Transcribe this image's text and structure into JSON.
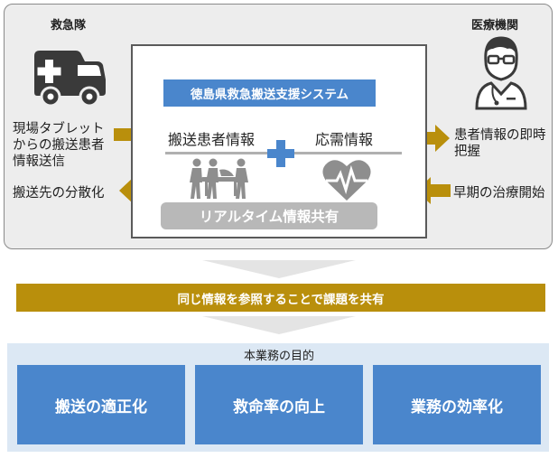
{
  "ems": {
    "title": "救急隊"
  },
  "hospital": {
    "title": "医療機関"
  },
  "left_texts": {
    "upper": [
      "現場タブレット",
      "からの搬送患者",
      "情報送信"
    ],
    "lower": "搬送先の分散化"
  },
  "right_texts": {
    "upper": [
      "患者情報の即時",
      "把握"
    ],
    "lower": "早期の治療開始"
  },
  "system": {
    "title": "徳島県救急搬送支援システム",
    "left_head": "搬送患者情報",
    "right_head": "応需情報",
    "realtime": "リアルタイム情報共有"
  },
  "share_band": "同じ情報を参照することで課題を共有",
  "purpose": {
    "title": "本業務の目的",
    "items": [
      "搬送の適正化",
      "救命率の向上",
      "業務の効率化"
    ]
  },
  "colors": {
    "gold": "#b98f0c",
    "blue": "#4a86cc",
    "panel": "#ededed",
    "light_blue": "#dce8f4"
  }
}
